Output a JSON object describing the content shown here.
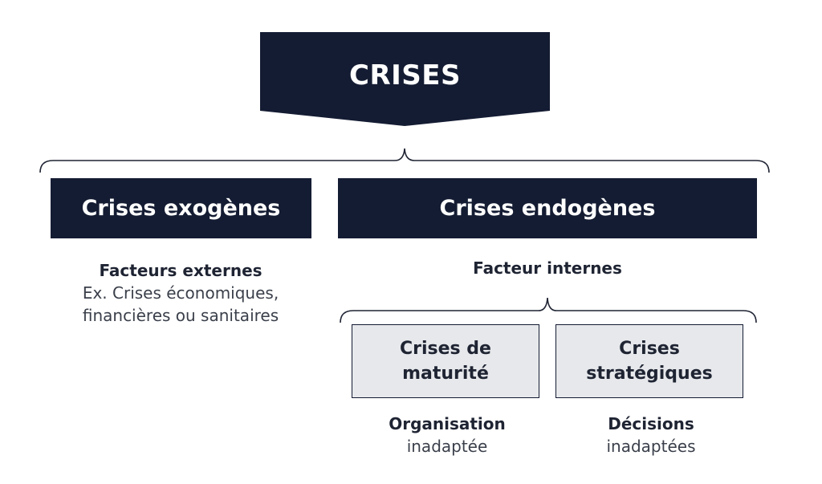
{
  "diagram": {
    "title": "CRISES",
    "exogenous": {
      "label": "Crises exogènes",
      "caption_title": "Facteurs externes",
      "caption_line1": "Ex. Crises économiques,",
      "caption_line2": "financières ou sanitaires"
    },
    "endogenous": {
      "label": "Crises endogènes",
      "caption": "Facteur internes",
      "children": [
        {
          "label_line1": "Crises de",
          "label_line2": "maturité",
          "caption_title": "Organisation",
          "caption_sub": "inadaptée"
        },
        {
          "label_line1": "Crises",
          "label_line2": "stratégiques",
          "caption_title": "Décisions",
          "caption_sub": "inadaptées"
        }
      ]
    }
  },
  "colors": {
    "dark_fill": "#141c33",
    "light_fill": "#e6e8eb",
    "text": "#1f2433",
    "bracket": "#1f2433"
  }
}
